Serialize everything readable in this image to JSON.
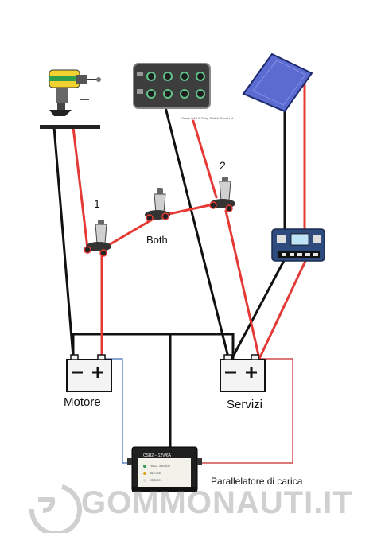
{
  "labels": {
    "switch_1": "1",
    "switch_2": "2",
    "both": "Both",
    "battery_engine": "Motore",
    "battery_service": "Servizi",
    "parallel_charger": "Parallelatore di carica"
  },
  "panel_caption": "Green NAV 6 Gang Switch Panel Ltd",
  "module_text": {
    "title": "CSB2 – 12V/6A",
    "line1": "RED: Servizi",
    "line2": "BLACK",
    "line3": "Motore"
  },
  "watermark": "GOMMONAUTI.IT",
  "colors": {
    "wire_positive": "#e53935",
    "wire_negative": "#111111",
    "wire_thin_blue": "#3f6fb5",
    "wire_thin_red": "#c62828",
    "battery_fill": "#f4f4f4",
    "solar_panel": "#5b6bd0",
    "charge_controller": "#2f4a7d",
    "switch_panel": "#3d3d3d",
    "module_body": "#1f1f1f"
  }
}
